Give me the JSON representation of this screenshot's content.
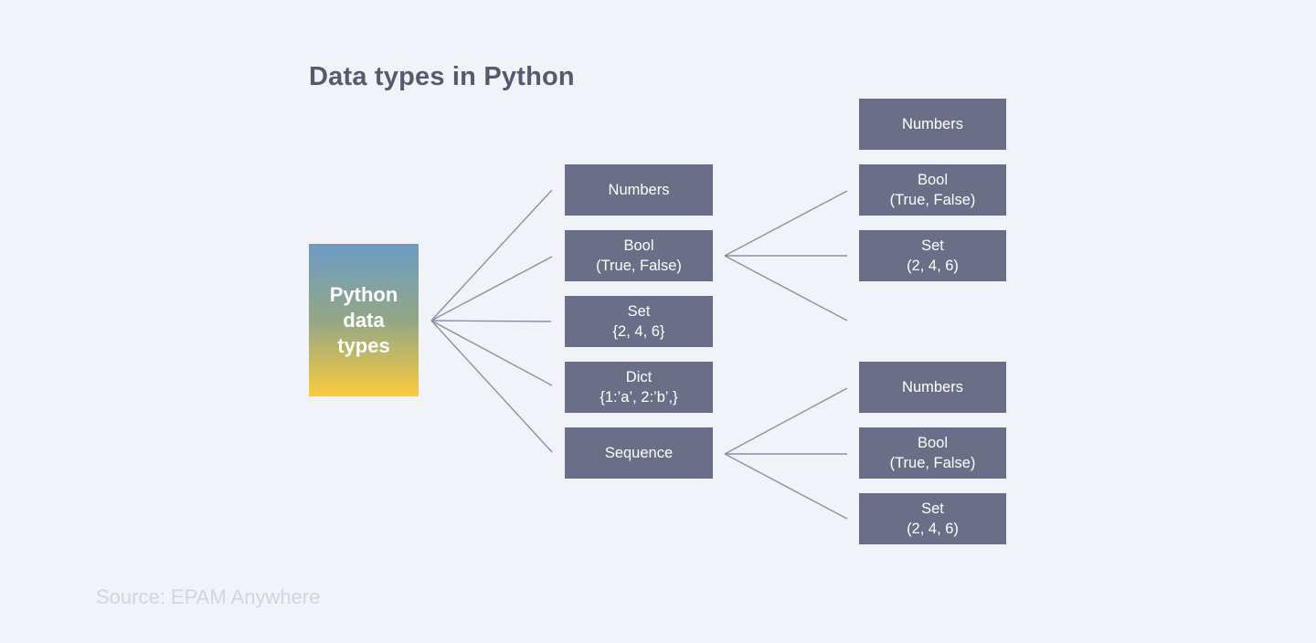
{
  "title": "Data types in Python",
  "root": {
    "label": "Python data types"
  },
  "level1": [
    {
      "label": "Numbers"
    },
    {
      "label": "Bool\n(True, False)"
    },
    {
      "label": "Set\n{2, 4, 6}"
    },
    {
      "label": "Dict\n{1:’a’, 2:’b’,}"
    },
    {
      "label": "Sequence"
    }
  ],
  "level2_top": [
    {
      "label": "Numbers"
    },
    {
      "label": "Bool\n(True, False)"
    },
    {
      "label": "Set\n(2, 4, 6)"
    }
  ],
  "level2_bottom": [
    {
      "label": "Numbers"
    },
    {
      "label": "Bool\n(True, False)"
    },
    {
      "label": "Set\n(2, 4, 6)"
    }
  ],
  "source": "Source: EPAM Anywhere",
  "colors": {
    "background": "#f2f3f8",
    "title_color": "#565a70",
    "node_fill": "#6b6e87",
    "connector": "#8b90a8",
    "root_top": "#6d9bc5",
    "root_mid": "#93a785",
    "root_bottom": "#fbcb3d",
    "source_color": "#d3d4dd"
  }
}
